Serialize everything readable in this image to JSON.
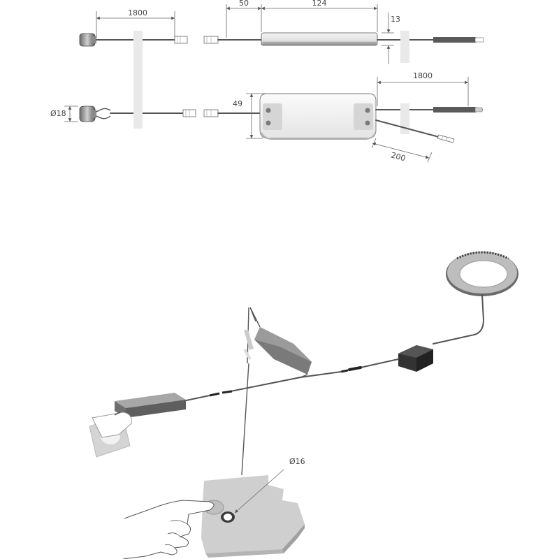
{
  "top_view_1": {
    "dim_switch_cable": "1800",
    "dim_plug_gap": "50",
    "dim_driver_length": "124",
    "dim_driver_height": "13"
  },
  "top_view_2": {
    "dim_switch_diameter": "Ø18",
    "dim_driver_width": "49",
    "dim_output_cable": "1800",
    "dim_branch_cable": "200"
  },
  "installation": {
    "dim_hole_diameter": "Ø16"
  },
  "colors": {
    "line": "#555555",
    "dimension": "#666666",
    "panel": "#cfcfcf",
    "dark_part": "#3a3a3a"
  }
}
